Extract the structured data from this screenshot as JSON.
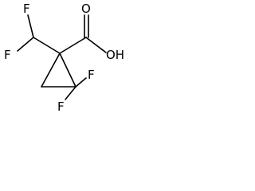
{
  "molecule": {
    "atoms": {
      "f_top": "F",
      "f_left": "F",
      "oxygen_carbonyl": "O",
      "hydroxyl": "OH",
      "f_ring_left": "F",
      "f_ring_right": "F"
    },
    "colors": {
      "ink": "#000000",
      "background": "#ffffff"
    }
  }
}
